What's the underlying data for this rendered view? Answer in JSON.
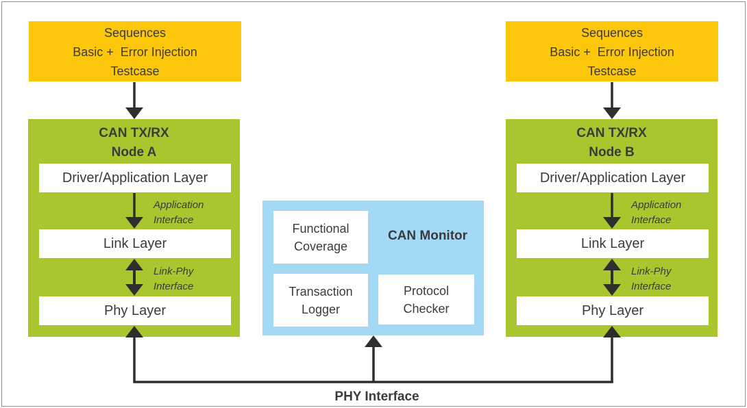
{
  "sequences": {
    "line1": "Sequences",
    "line2": "Basic +  Error Injection",
    "line3": "Testcase"
  },
  "node_a": {
    "title_line1": "CAN TX/RX",
    "title_line2": "Node A",
    "layers": {
      "driver": "Driver/Application Layer",
      "link": "Link Layer",
      "phy": "Phy Layer"
    },
    "interfaces": {
      "application_line1": "Application",
      "application_line2": "Interface",
      "link_phy_line1": "Link-Phy",
      "link_phy_line2": "Interface"
    }
  },
  "node_b": {
    "title_line1": "CAN TX/RX",
    "title_line2": "Node B",
    "layers": {
      "driver": "Driver/Application Layer",
      "link": "Link Layer",
      "phy": "Phy Layer"
    },
    "interfaces": {
      "application_line1": "Application",
      "application_line2": "Interface",
      "link_phy_line1": "Link-Phy",
      "link_phy_line2": "Interface"
    }
  },
  "monitor": {
    "title": "CAN Monitor",
    "functional_coverage_line1": "Functional",
    "functional_coverage_line2": "Coverage",
    "transaction_logger_line1": "Transaction",
    "transaction_logger_line2": "Logger",
    "protocol_checker_line1": "Protocol",
    "protocol_checker_line2": "Checker"
  },
  "bus": {
    "label": "PHY Interface"
  },
  "colors": {
    "yellow": "#FCC60B",
    "green": "#A9C62F",
    "blue": "#A3D9F5",
    "arrow": "#2E2E2E",
    "text": "#3B3B3B",
    "border": "#8F8F8F"
  }
}
